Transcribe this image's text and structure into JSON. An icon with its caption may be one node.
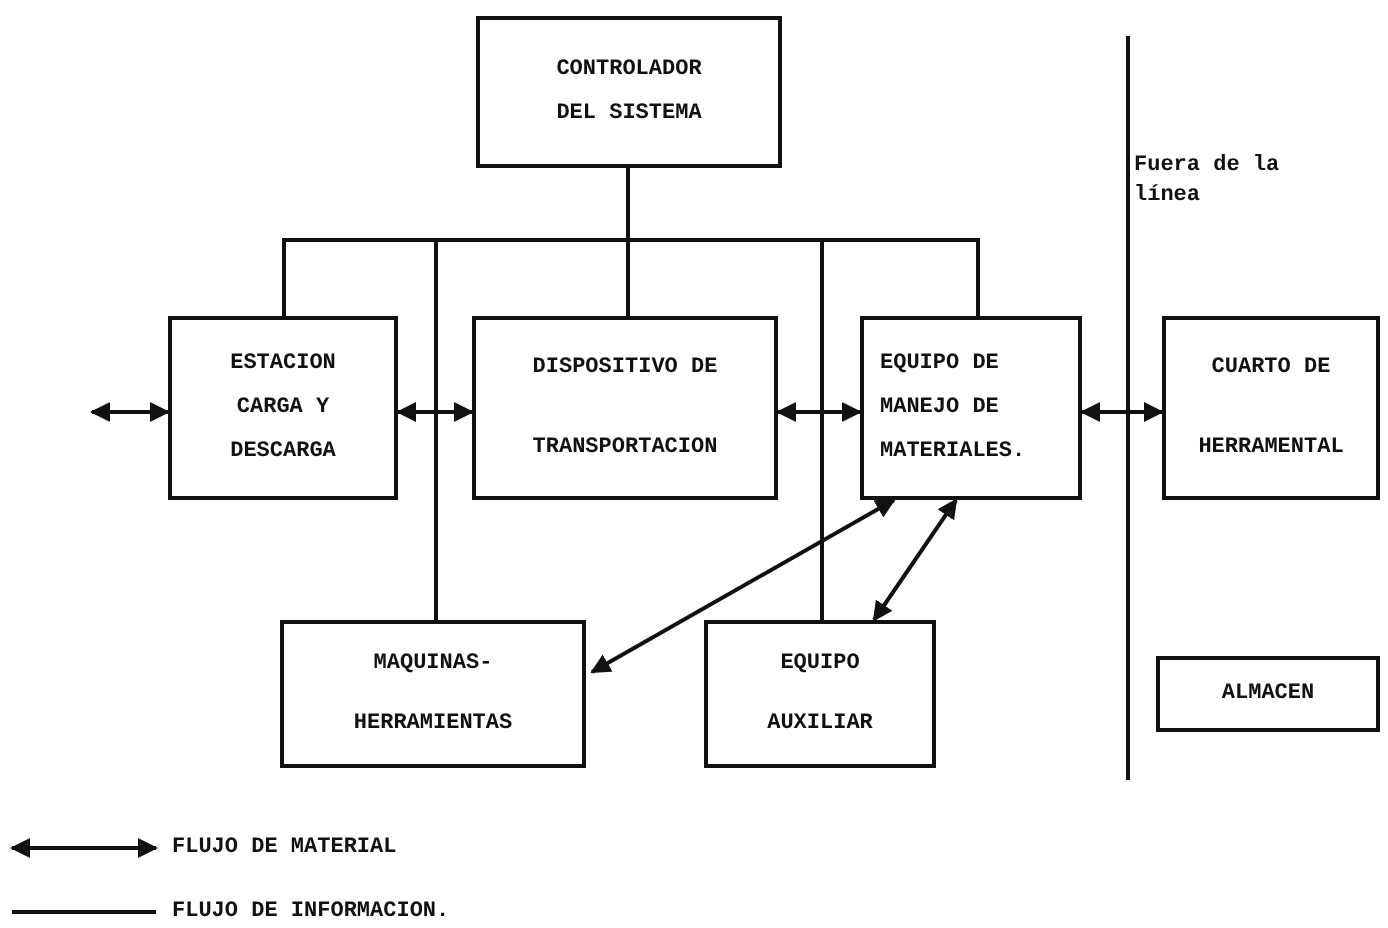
{
  "diagram": {
    "nodes": [
      {
        "text": [
          "CONTROLADOR DEL SISTEMA"
        ]
      },
      {
        "text": [
          "ESTACION CARGA Y DESCARGA"
        ]
      },
      {
        "text": [
          "DISPOSITIVO DE TRANSPORTACION"
        ]
      },
      {
        "text": [
          "EQUIPO DE MANEJO DE MATERIALES."
        ]
      },
      {
        "text": [
          "CUARTO DE HERRAMENTAL"
        ]
      },
      {
        "text": [
          "MAQUINAS- HERRAMIENTAS"
        ]
      },
      {
        "text": [
          "EQUIPO AUXILIAR"
        ]
      },
      {
        "text": [
          "ALMACEN"
        ]
      }
    ],
    "edges": [
      {
        "from": 0,
        "to": 1,
        "arrow": "none"
      },
      {
        "from": 0,
        "to": 2,
        "arrow": "none"
      },
      {
        "from": 0,
        "to": 3,
        "arrow": "none"
      },
      {
        "from": 0,
        "to": 5,
        "arrow": "none"
      },
      {
        "from": 0,
        "to": 6,
        "arrow": "none"
      },
      {
        "from": null,
        "to": 1,
        "arrow": "both"
      },
      {
        "from": 1,
        "to": 2,
        "arrow": "both"
      },
      {
        "from": 2,
        "to": 3,
        "arrow": "both"
      },
      {
        "from": 3,
        "to": 4,
        "arrow": "both"
      },
      {
        "from": 3,
        "to": 5,
        "arrow": "both"
      },
      {
        "from": 3,
        "to": 6,
        "arrow": "both"
      }
    ],
    "labels": [
      "Fuera de la línea"
    ],
    "legend": [
      {
        "text": "FLUJO DE MATERIAL"
      },
      {
        "text": "FLUJO DE INFORMACION."
      }
    ]
  }
}
